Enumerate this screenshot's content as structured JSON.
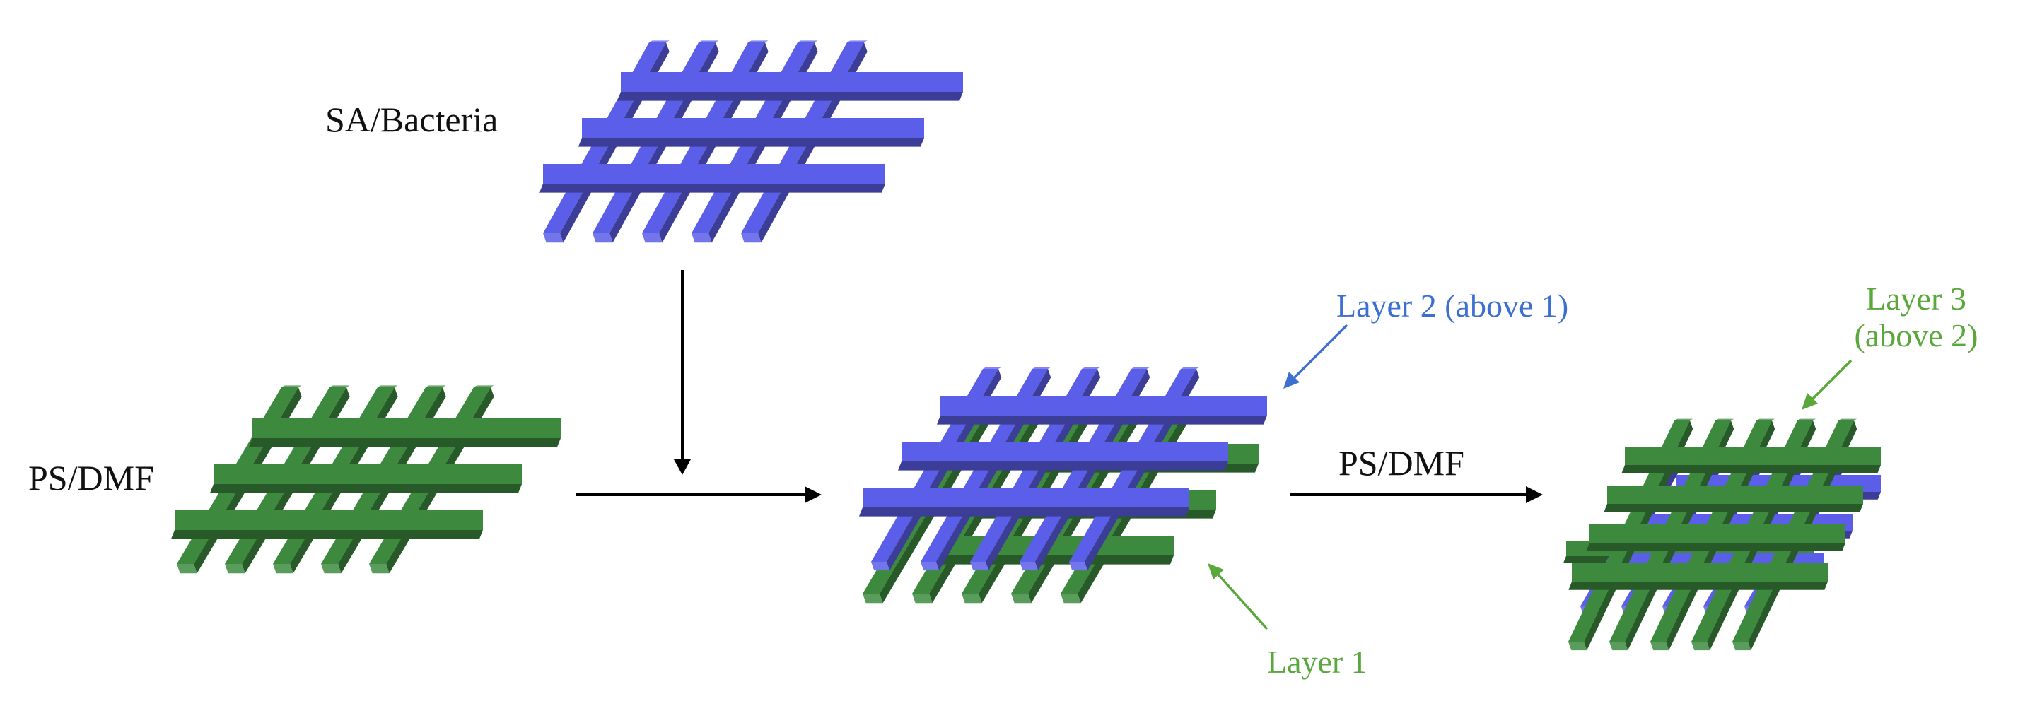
{
  "labels": {
    "sa_bacteria": "SA/Bacteria",
    "ps_dmf_left": "PS/DMF",
    "ps_dmf_right": "PS/DMF",
    "layer2": "Layer 2 (above 1)",
    "layer1": "Layer 1",
    "layer3_line1": "Layer 3",
    "layer3_line2": "(above 2)"
  },
  "colors": {
    "blue": "#5a5ee8",
    "green": "#3d8a3f",
    "layer2_text": "#3d6fd1",
    "layer1_text": "#5aa83c",
    "layer3_text": "#5aa83c",
    "arrow": "#000000"
  }
}
